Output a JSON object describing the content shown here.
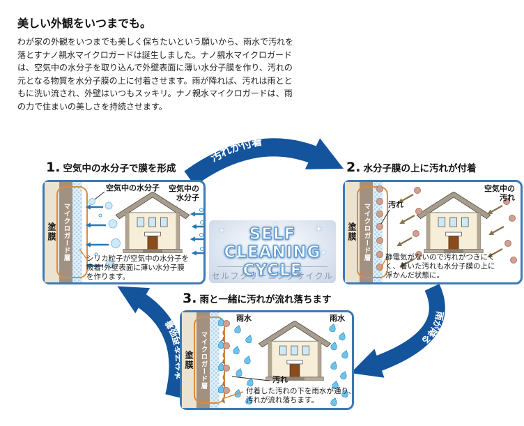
{
  "header": {
    "title": "美しい外観をいつまでも。",
    "body": "わが家の外観をいつまでも美しく保ちたいという願いから、雨水で汚れを落とすナノ親水マイクロガードは誕生しました。ナノ親水マイクロガードは、空気中の水分子を取り込んで外壁表面に薄い水分子膜を作り、汚れの元となる物質を水分子膜の上に付着させます。雨が降れば、汚れは雨とともに洗い流され、外壁はいつもスッキリ。ナノ親水マイクロガードは、雨の力で住まいの美しさを持続させます。"
  },
  "cycle": {
    "arrows": {
      "top": "汚れが付着",
      "right": "雨が降る",
      "left": "水分子を再吸着"
    },
    "logo": {
      "line1": "SELF CLEANING",
      "line2": "CYCLE",
      "subtitle": "セルフクリーニングサイクル"
    },
    "strip": {
      "paint": "塗膜",
      "guard": "マイクロガード層"
    },
    "panels": [
      {
        "num": "1.",
        "title": "空気中の水分子で膜を形成",
        "labels": {
          "molecule": "空気中の水分子",
          "molecule_right": [
            "空気中の",
            "水分子"
          ]
        },
        "caption": [
          "シリカ粒子が空気中の水分子を",
          "吸着!外壁表面に薄い水分子膜",
          "を作ります。"
        ]
      },
      {
        "num": "2.",
        "title": "水分子膜の上に汚れが付着",
        "labels": {
          "dirt": "汚れ",
          "dirt_right": [
            "空気中の",
            "汚れ"
          ]
        },
        "caption": [
          "静電気がないので汚れがつきにく",
          "く、着いた汚れも水分子膜の上に",
          "浮かんだ状態に。"
        ]
      },
      {
        "num": "3.",
        "title": "雨と一緒に汚れが流れ落ちます",
        "labels": {
          "rain_left": "雨水",
          "rain_right": "雨水",
          "dirt": "汚れ"
        },
        "caption": [
          "付着した汚れの下を雨水が通り、",
          "汚れが流れ落ちます。"
        ]
      }
    ],
    "icons": {
      "sparkle": "✦"
    },
    "colors": {
      "arrow_blue": "#14549c",
      "panel_border": "#3c79b5",
      "guard_outline_orange": "#e08a3a",
      "guard_layer_gray": "#a29180",
      "paint_layer_beige": "#ebe3d1",
      "water_blue": "#2578b6",
      "dirt_brown": "#d0a092",
      "raindrop_blue": "#6fc3e9"
    }
  }
}
